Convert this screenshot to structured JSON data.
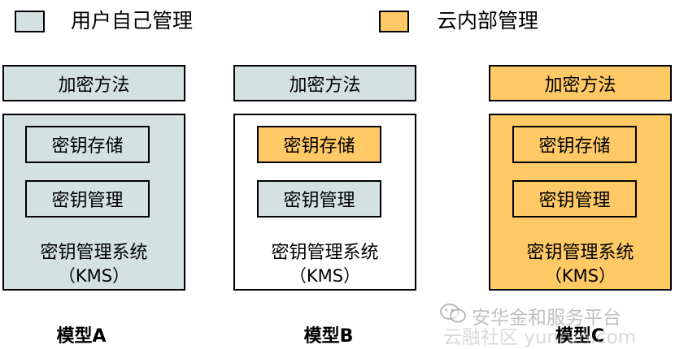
{
  "colors": {
    "user_managed": "#d3e1e1",
    "cloud_managed": "#ffc966",
    "white": "#ffffff",
    "border": "#000000"
  },
  "legend": {
    "user": "用户自己管理",
    "cloud": "云内部管理"
  },
  "models": [
    {
      "encryption": "加密方法",
      "key_storage": "密钥存储",
      "key_management": "密钥管理",
      "kms_name": "密钥管理系统",
      "kms_abbr": "（KMS）",
      "label": "模型A"
    },
    {
      "encryption": "加密方法",
      "key_storage": "密钥存储",
      "key_management": "密钥管理",
      "kms_name": "密钥管理系统",
      "kms_abbr": "（KMS）",
      "label": "模型B"
    },
    {
      "encryption": "加密方法",
      "key_storage": "密钥存储",
      "key_management": "密钥管理",
      "kms_name": "密钥管理系统",
      "kms_abbr": "（KMS）",
      "label": "模型C"
    }
  ],
  "watermark": {
    "line1": "安华金和服务平台",
    "line2": "云融社区 yunrun.com"
  }
}
